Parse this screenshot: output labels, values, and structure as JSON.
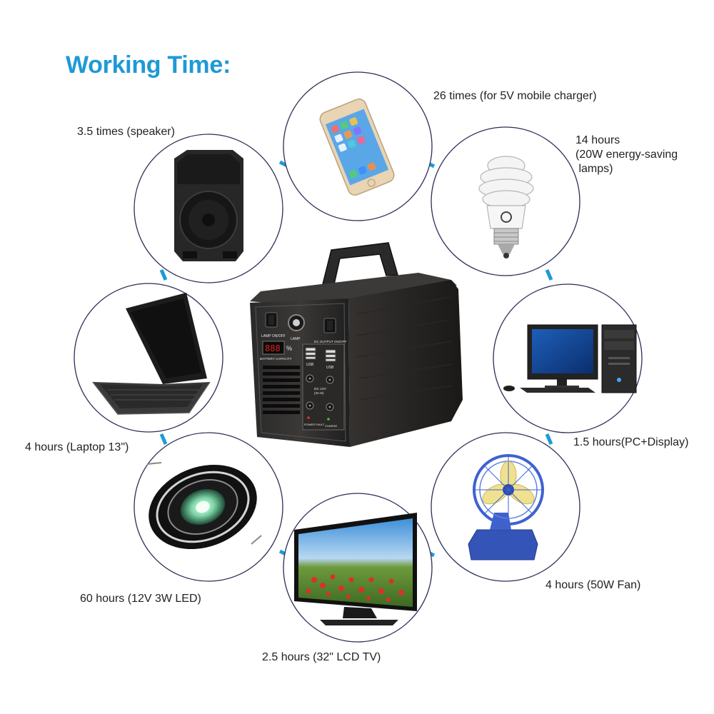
{
  "title": "Working Time:",
  "colors": {
    "title": "#1e9ad6",
    "connector": "#1e9ad6",
    "ring": "#2a2f55"
  },
  "device": {
    "lamp_switch": "LAMP ON/OFF",
    "lamp": "LAMP",
    "dc_output_switch": "DC OUTPUT ON/OFF",
    "battery_capacity": "BATTERY CAPACITY",
    "display_value": "888",
    "percent": "%",
    "usb_left": "USB",
    "usb_right": "USB",
    "dc_output": "DC 12V",
    "dc_current": "(3A+6)",
    "power_fault": "POWER FAULT",
    "charge": "CHARGE"
  },
  "items": {
    "phone": {
      "icon": "smartphone-icon",
      "line1": "26 times (for 5V mobile charger)"
    },
    "lamp": {
      "icon": "cfl-bulb-icon",
      "line1": "14 hours",
      "line2": "(20W energy-saving",
      "line3": " lamps)"
    },
    "speaker": {
      "icon": "speaker-icon",
      "line1": "3.5 times (speaker)"
    },
    "laptop": {
      "icon": "laptop-icon",
      "line1": "4 hours (Laptop 13\")"
    },
    "pc": {
      "icon": "desktop-pc-icon",
      "line1": "1.5 hours(PC+Display)"
    },
    "led": {
      "icon": "led-downlight-icon",
      "line1": "60 hours (12V 3W LED)"
    },
    "fan": {
      "icon": "desk-fan-icon",
      "line1": "4 hours (50W Fan)"
    },
    "tv": {
      "icon": "lcd-tv-icon",
      "line1": "2.5 hours (32\" LCD TV)"
    }
  }
}
